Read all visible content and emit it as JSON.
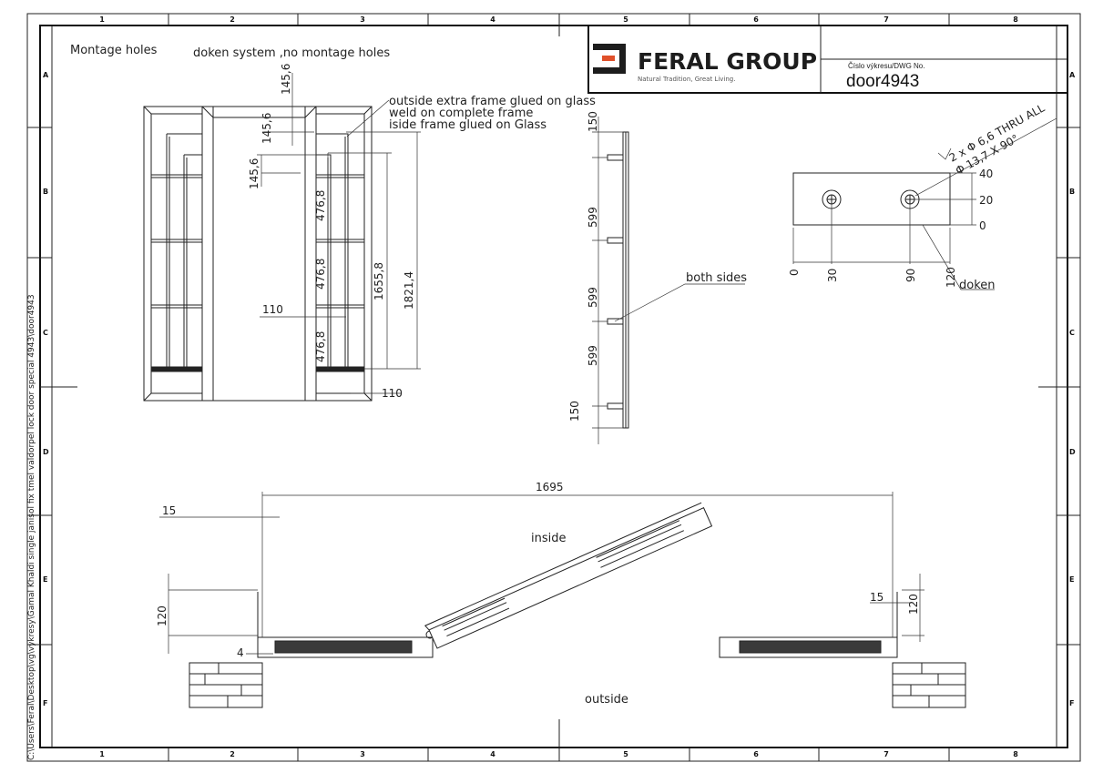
{
  "zones": {
    "columns": [
      "1",
      "2",
      "3",
      "4",
      "5",
      "6",
      "7",
      "8"
    ],
    "rows": [
      "A",
      "B",
      "C",
      "D",
      "E",
      "F"
    ]
  },
  "title_block": {
    "company": "FERAL GROUP",
    "tagline": "Natural Tradition, Great Living.",
    "dwg_label": "Číslo výkresu/DWG No.",
    "dwg_number": "door4943",
    "brand_color": "#e0502a"
  },
  "file_path": "C:\\Users\\Feral\\Desktop\\vg\\vykresy\\Gamal Khaldi single janisol fix  tmel valdorpel lock door special 4943\\door4943",
  "notes": {
    "montage_holes": "Montage holes",
    "doken_system": "doken system ,no montage holes",
    "callout_1": "outside extra frame glued on glass",
    "callout_2": "weld on complete frame",
    "callout_3": "iside frame glued on Glass",
    "both_sides": "both sides",
    "doken": "doken",
    "inside": "inside",
    "outside": "outside",
    "hole_spec_1": "2 x Φ 6,6 THRU ALL",
    "hole_spec_2": "Φ 13,7 X 90°"
  },
  "front_view_dims": {
    "top_145_a": "145,6",
    "top_145_b": "145,6",
    "top_145_c": "145,6",
    "pane_1": "476,8",
    "pane_2": "476,8",
    "pane_3": "476,8",
    "height_inner": "1655,8",
    "height_total": "1821,4",
    "width_110_a": "110",
    "width_110_b": "110"
  },
  "side_view_dims": [
    "150",
    "599",
    "599",
    "599",
    "150"
  ],
  "plate_dims": {
    "y": [
      "40",
      "20",
      "0"
    ],
    "x": [
      "0",
      "30",
      "90",
      "120"
    ]
  },
  "plan_dims": {
    "overall": "1695",
    "left_15": "15",
    "left_120": "120",
    "left_4": "4",
    "right_15": "15",
    "right_120": "120"
  }
}
